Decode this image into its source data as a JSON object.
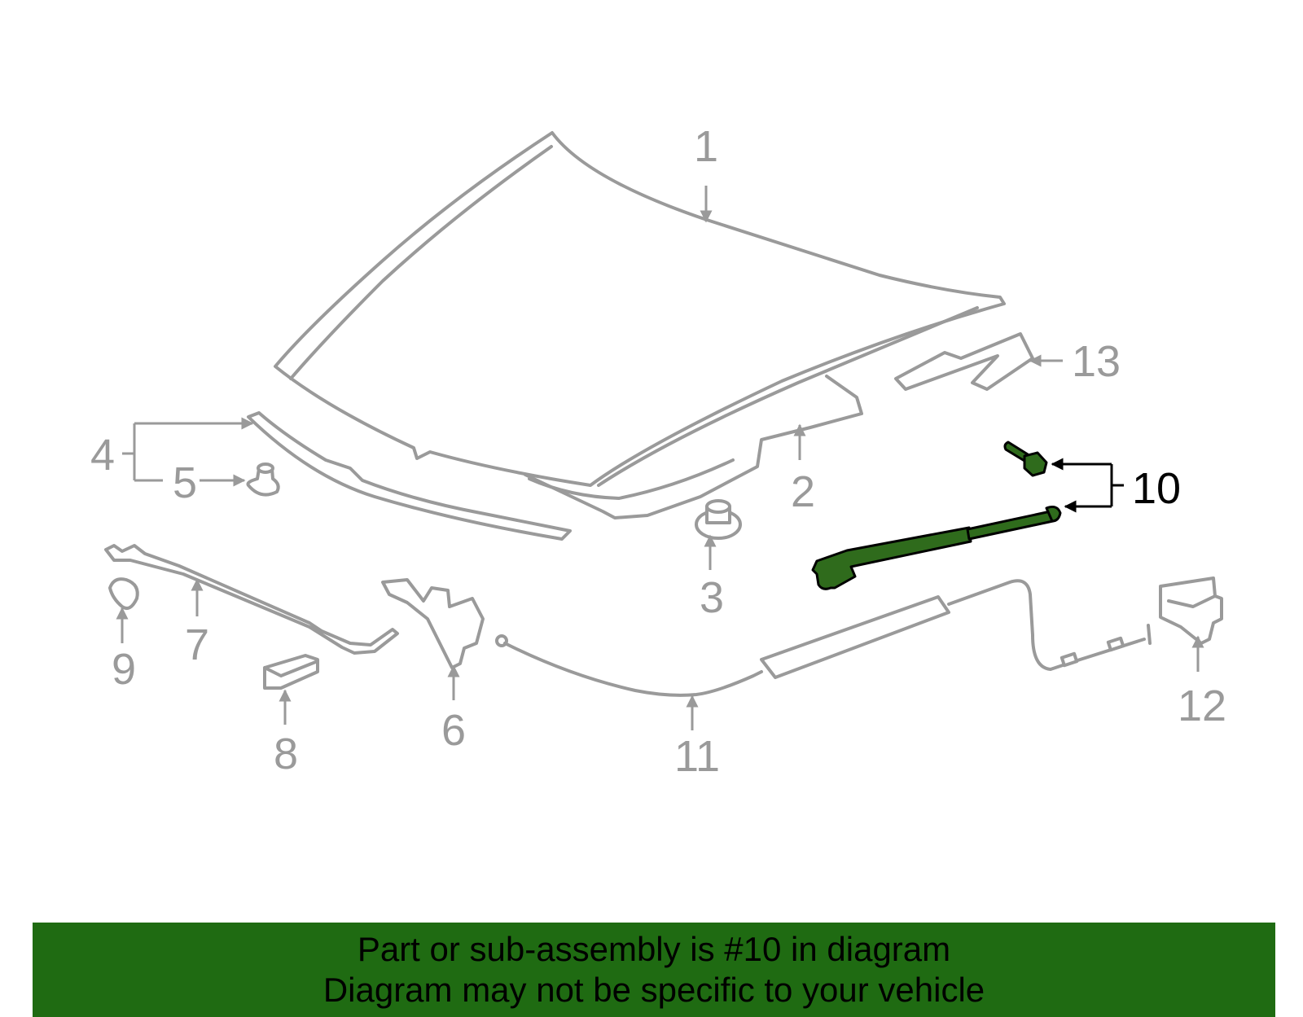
{
  "callouts": [
    "1",
    "2",
    "3",
    "4",
    "5",
    "6",
    "7",
    "8",
    "9",
    "10",
    "11",
    "12",
    "13"
  ],
  "highlight_part": "10",
  "colors": {
    "part": "#9a9a9a",
    "highlight": "#2f6b1c",
    "banner": "#1f6b12"
  },
  "banner": {
    "line1": "Part or sub-assembly is #10 in diagram",
    "line2": "Diagram may not be specific to your vehicle"
  }
}
